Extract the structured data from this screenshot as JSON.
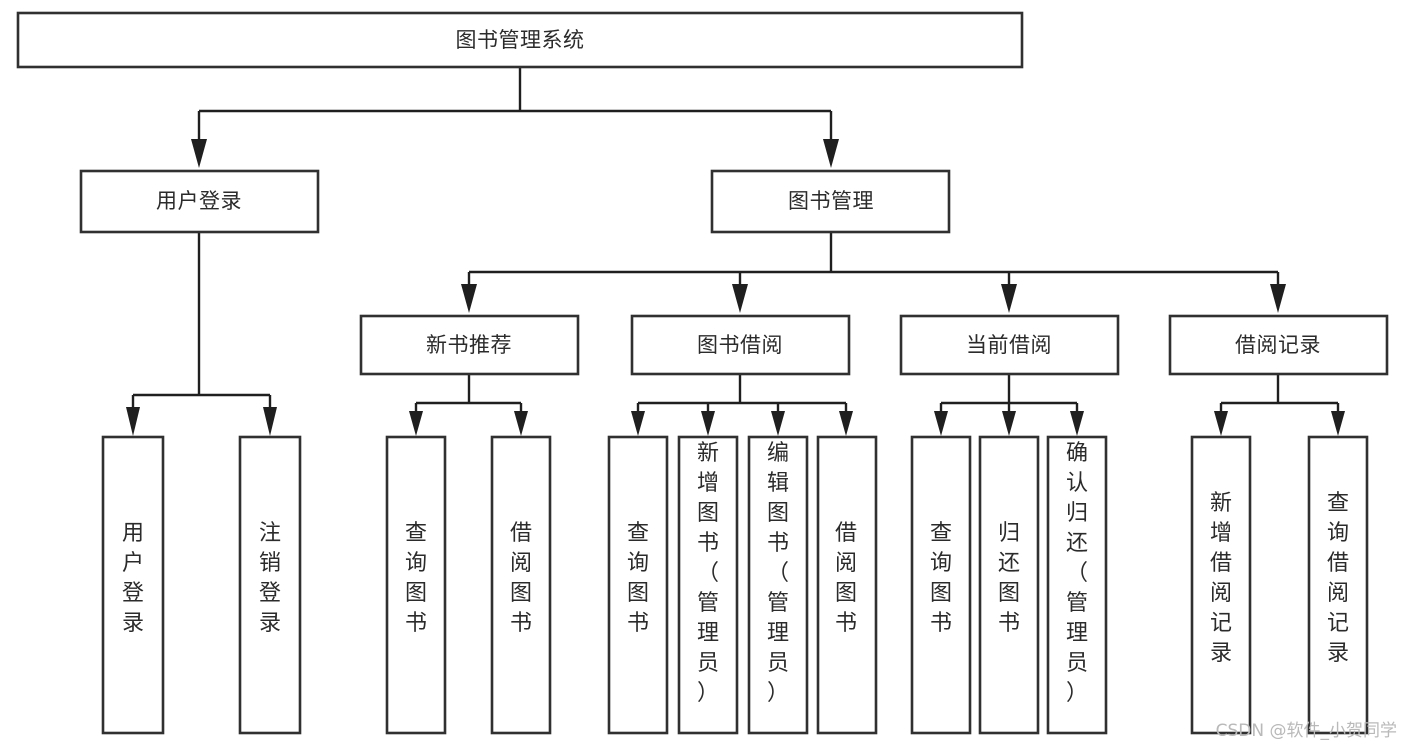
{
  "diagram": {
    "type": "tree-hierarchy-flowchart",
    "title": "图书管理系统",
    "watermark": "CSDN @软件_小贺同学",
    "colors": {
      "box_stroke": "#303030",
      "box_fill": "#ffffff",
      "connector": "#1f1f1f",
      "text": "#2b2b2b",
      "background": "#ffffff",
      "watermark": "#b9b9b9"
    },
    "root": {
      "label": "图书管理系统"
    },
    "level2": [
      {
        "label": "用户登录"
      },
      {
        "label": "图书管理"
      }
    ],
    "level3": [
      {
        "label": "新书推荐"
      },
      {
        "label": "图书借阅"
      },
      {
        "label": "当前借阅"
      },
      {
        "label": "借阅记录"
      }
    ],
    "leaves": {
      "user_login": [
        {
          "label": "用户登录"
        },
        {
          "label": "注销登录"
        }
      ],
      "new_book_recommend": [
        {
          "label": "查询图书"
        },
        {
          "label": "借阅图书"
        }
      ],
      "book_borrow": [
        {
          "label": "查询图书"
        },
        {
          "label": "新增图书（管理员）"
        },
        {
          "label": "编辑图书（管理员）"
        },
        {
          "label": "借阅图书"
        }
      ],
      "current_borrow": [
        {
          "label": "查询图书"
        },
        {
          "label": "归还图书"
        },
        {
          "label": "确认归还（管理员）"
        }
      ],
      "borrow_record": [
        {
          "label": "新增借阅记录"
        },
        {
          "label": "查询借阅记录"
        }
      ]
    }
  }
}
